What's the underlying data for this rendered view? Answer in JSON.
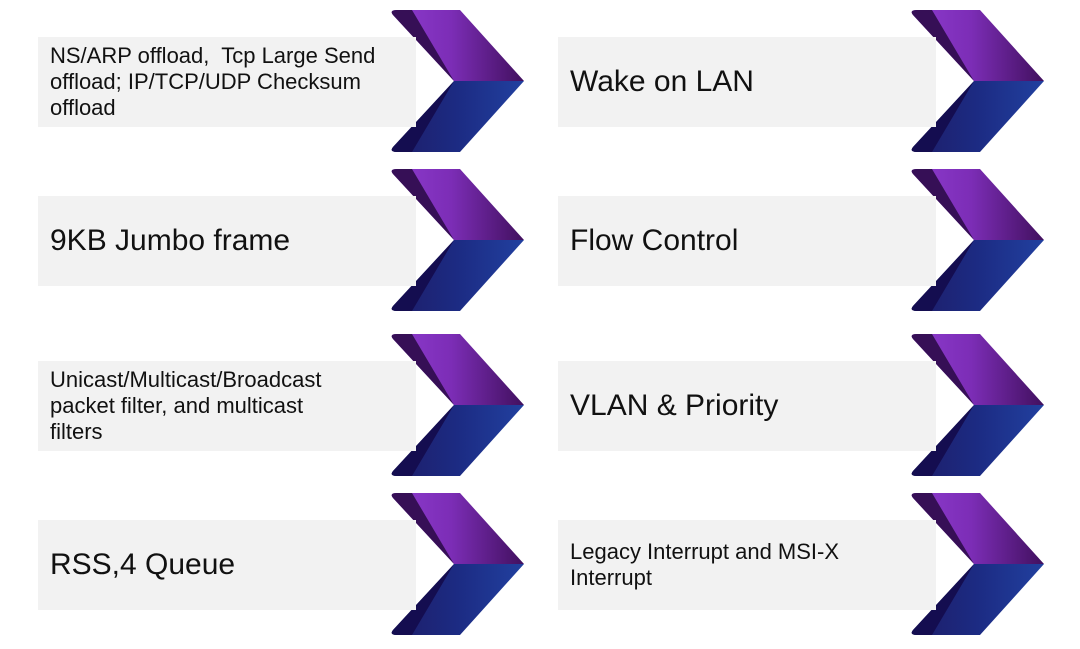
{
  "slide": {
    "background": "#ffffff"
  },
  "colors": {
    "purple_bright": "#8d3bce",
    "purple_mid": "#7c2db6",
    "purple_dark": "#41105e",
    "purple_fold": "#360f56",
    "navy_left": "#1e1d68",
    "navy_mid": "#1c2b83",
    "navy_right": "#21409f",
    "navy_fold": "#140d50",
    "label_box_bg": "#f2f2f2",
    "label_text": "#111111"
  },
  "items": [
    {
      "label": "NS/ARP offload,  Tcp Large Send\noffload; IP/TCP/UDP Checksum\noffload"
    },
    {
      "label": "Wake on LAN"
    },
    {
      "label": "9KB Jumbo frame"
    },
    {
      "label": "Flow Control"
    },
    {
      "label": "Unicast/Multicast/Broadcast\npacket filter, and multicast\nfilters"
    },
    {
      "label": "VLAN & Priority"
    },
    {
      "label": "RSS,4 Queue"
    },
    {
      "label": "Legacy Interrupt and MSI-X\nInterrupt"
    }
  ]
}
